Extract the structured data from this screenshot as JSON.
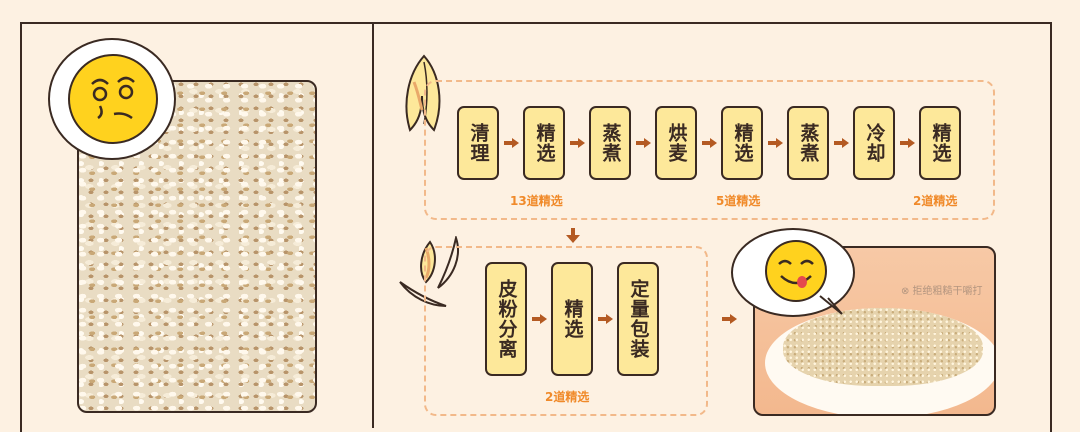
{
  "process_top": {
    "steps": [
      "清理",
      "精选",
      "蒸煮",
      "烘麦",
      "精选",
      "蒸煮",
      "冷却",
      "精选"
    ],
    "notes": [
      "13道精选",
      "5道精选",
      "2道精选"
    ]
  },
  "process_bottom": {
    "steps": [
      "皮粉分离",
      "精选",
      "定量包装"
    ],
    "note": "2道精选"
  },
  "photo_right": {
    "tag": "⊗ 拒绝粗糙干嚼打"
  },
  "colors": {
    "background": "#fdf1e2",
    "box_fill": "#fde89a",
    "outline": "#3a2a22",
    "note_orange": "#f08a2a",
    "arrow": "#b45a22",
    "face_yellow": "#ffd21e"
  },
  "icons": [
    "wheat-grain-icon",
    "husk-icon",
    "confused-face-icon",
    "yummy-face-icon",
    "arrow-right-icon",
    "arrow-down-icon"
  ]
}
